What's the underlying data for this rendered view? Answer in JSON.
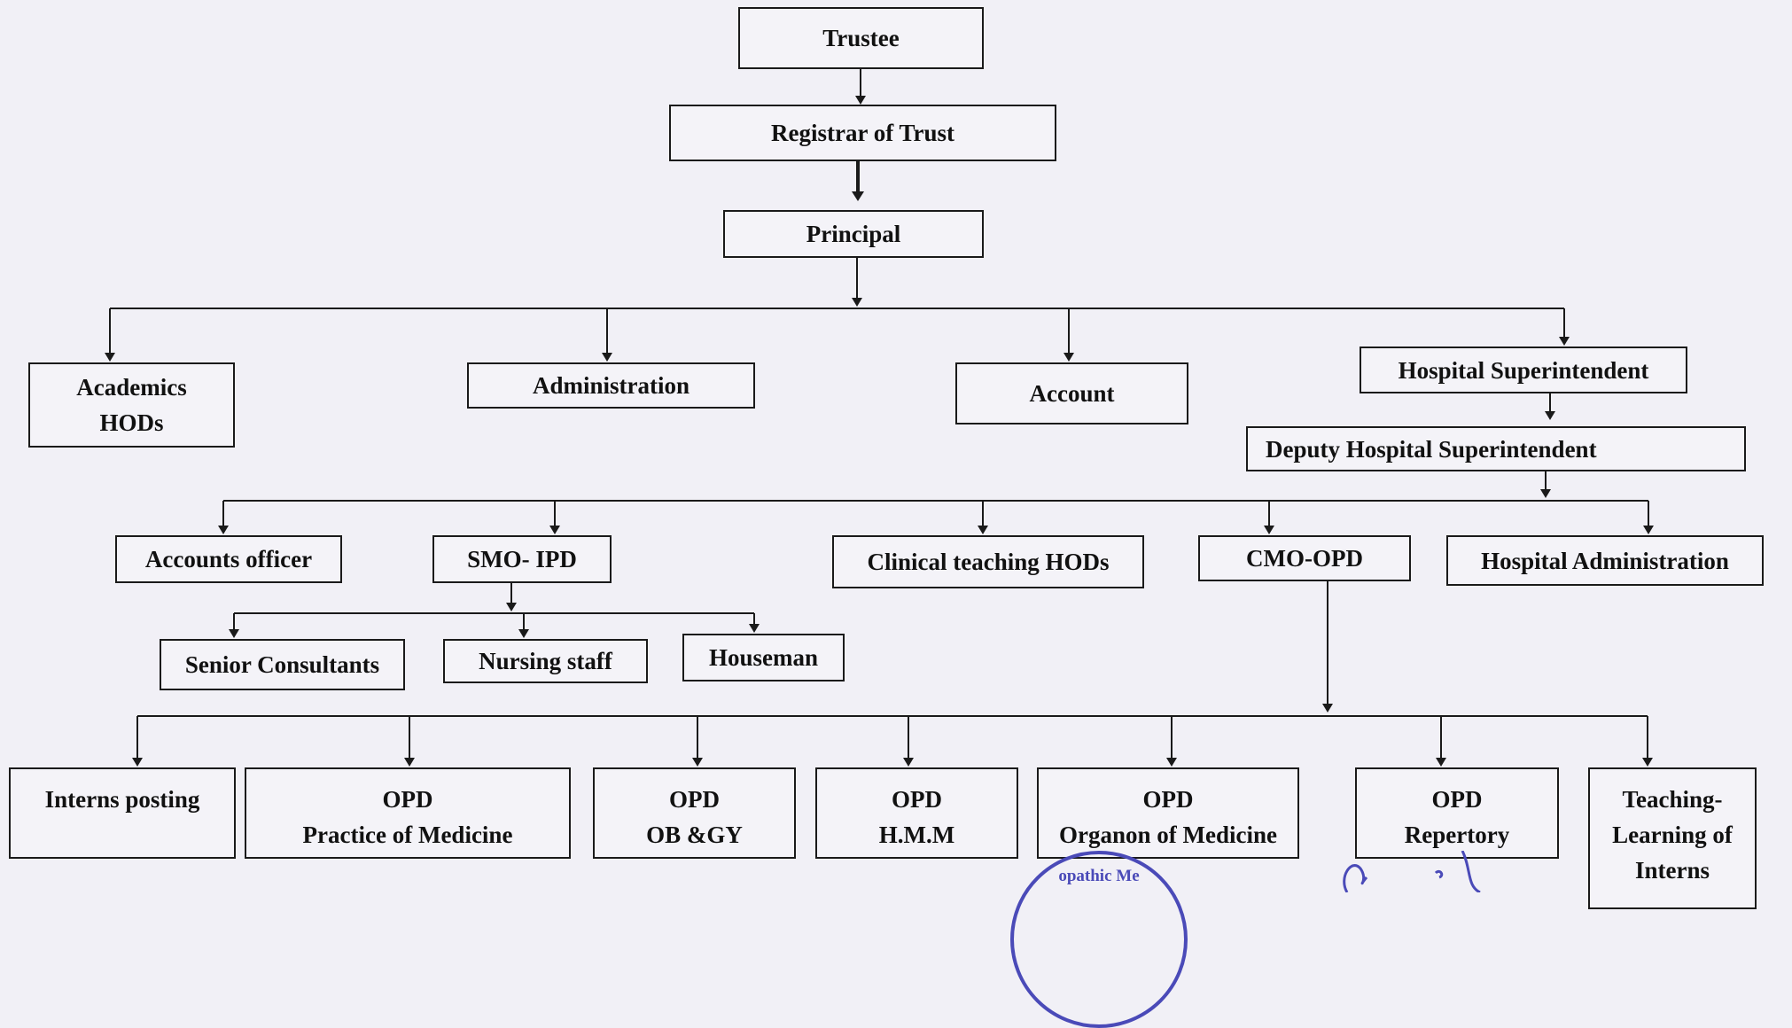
{
  "nodes": {
    "trustee": [
      "Trustee"
    ],
    "registrar": [
      "Registrar of Trust"
    ],
    "principal": [
      "Principal"
    ],
    "academics": [
      "Academics",
      "HODs"
    ],
    "administration": [
      "Administration"
    ],
    "account": [
      "Account"
    ],
    "hospital_superintendent": [
      "Hospital Superintendent"
    ],
    "deputy_superintendent": [
      "Deputy Hospital Superintendent"
    ],
    "accounts_officer": [
      "Accounts officer"
    ],
    "smo_ipd": [
      "SMO- IPD"
    ],
    "clinical_hods": [
      "Clinical teaching HODs"
    ],
    "cmo_opd": [
      "CMO-OPD"
    ],
    "hospital_administration": [
      "Hospital Administration"
    ],
    "senior_consultants": [
      "Senior Consultants"
    ],
    "nursing_staff": [
      "Nursing staff"
    ],
    "houseman": [
      "Houseman"
    ],
    "interns_posting": [
      "Interns posting"
    ],
    "opd_pom": [
      "OPD",
      "Practice of Medicine"
    ],
    "opd_obgy": [
      "OPD",
      "OB &GY"
    ],
    "opd_hmm": [
      "OPD",
      "H.M.M"
    ],
    "opd_organon": [
      "OPD",
      "Organon of Medicine"
    ],
    "opd_repertory": [
      "OPD",
      "Repertory"
    ],
    "teaching_interns": [
      "Teaching-",
      "Learning of",
      "Interns"
    ]
  },
  "stamp_text": "opathic Me",
  "colors": {
    "line": "#1a1a1a",
    "stamp": "#4a4ab8"
  }
}
